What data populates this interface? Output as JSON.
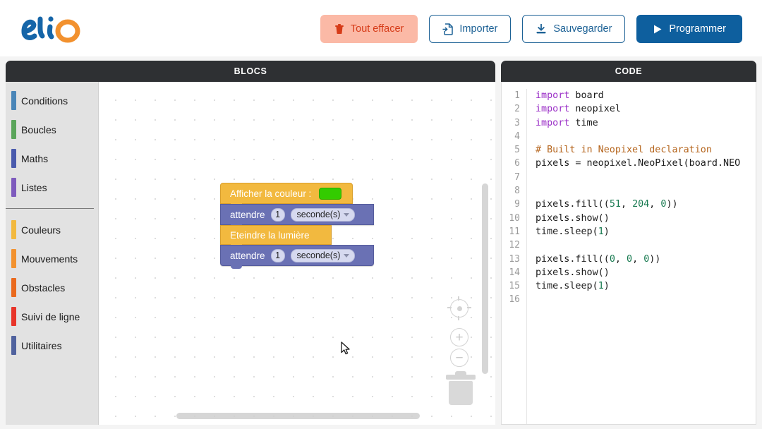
{
  "app": {
    "logo_text": "elio"
  },
  "toolbar": {
    "clear_label": "Tout effacer",
    "import_label": "Importer",
    "save_label": "Sauvegarder",
    "program_label": "Programmer",
    "icons": {
      "clear": "trash-icon",
      "import": "file-import-icon",
      "save": "download-icon",
      "program": "play-icon"
    },
    "colors": {
      "clear_bg": "#fbb9a6",
      "clear_fg": "#d63b18",
      "outline": "#1c6195",
      "primary_bg": "#0e5f9e"
    }
  },
  "panels": {
    "blocks_title": "BLOCS",
    "code_title": "CODE",
    "header_bg": "#2e3033"
  },
  "sidebar": {
    "group1": [
      {
        "label": "Conditions",
        "color": "#4a86b8"
      },
      {
        "label": "Boucles",
        "color": "#5ba55b"
      },
      {
        "label": "Maths",
        "color": "#4a5bad"
      },
      {
        "label": "Listes",
        "color": "#7e5bbd"
      }
    ],
    "group2": [
      {
        "label": "Couleurs",
        "color": "#f2b93f"
      },
      {
        "label": "Mouvements",
        "color": "#f2922f"
      },
      {
        "label": "Obstacles",
        "color": "#ea6a1e"
      },
      {
        "label": "Suivi de ligne",
        "color": "#e8352a"
      },
      {
        "label": "Utilitaires",
        "color": "#50629e"
      }
    ]
  },
  "workspace": {
    "blocks": [
      {
        "type": "afficher-couleur",
        "label": "Afficher la couleur :",
        "swatch_color": "#33cc00",
        "color": "#f2b93f"
      },
      {
        "type": "attendre",
        "label": "attendre",
        "value": "1",
        "unit": "seconde(s)",
        "color": "#6a71b4"
      },
      {
        "type": "eteindre-lumiere",
        "label": "Eteindre la lumière",
        "color": "#f2b93f"
      },
      {
        "type": "attendre",
        "label": "attendre",
        "value": "1",
        "unit": "seconde(s)",
        "color": "#6a71b4"
      }
    ],
    "controls": {
      "center": "target-icon",
      "zoom_in": "+",
      "zoom_out": "−",
      "trash": "trash-icon"
    }
  },
  "code": {
    "line_numbers": [
      "1",
      "2",
      "3",
      "4",
      "5",
      "6",
      "7",
      "8",
      "9",
      "10",
      "11",
      "12",
      "13",
      "14",
      "15",
      "16"
    ],
    "lines": [
      {
        "n": 1,
        "tokens": [
          {
            "t": "import",
            "c": "kw"
          },
          {
            "t": " board",
            "c": ""
          }
        ]
      },
      {
        "n": 2,
        "tokens": [
          {
            "t": "import",
            "c": "kw"
          },
          {
            "t": " neopixel",
            "c": ""
          }
        ]
      },
      {
        "n": 3,
        "tokens": [
          {
            "t": "import",
            "c": "kw"
          },
          {
            "t": " time",
            "c": ""
          }
        ]
      },
      {
        "n": 4,
        "tokens": []
      },
      {
        "n": 5,
        "tokens": [
          {
            "t": "# Built in Neopixel declaration",
            "c": "cm"
          }
        ]
      },
      {
        "n": 6,
        "tokens": [
          {
            "t": "pixels = neopixel.NeoPixel(board.NEO",
            "c": ""
          }
        ]
      },
      {
        "n": 7,
        "tokens": []
      },
      {
        "n": 8,
        "tokens": []
      },
      {
        "n": 9,
        "tokens": [
          {
            "t": "pixels.fill((",
            "c": ""
          },
          {
            "t": "51",
            "c": "num"
          },
          {
            "t": ", ",
            "c": ""
          },
          {
            "t": "204",
            "c": "num"
          },
          {
            "t": ", ",
            "c": ""
          },
          {
            "t": "0",
            "c": "num"
          },
          {
            "t": "))",
            "c": ""
          }
        ]
      },
      {
        "n": 10,
        "tokens": [
          {
            "t": "pixels.show()",
            "c": ""
          }
        ]
      },
      {
        "n": 11,
        "tokens": [
          {
            "t": "time.sleep(",
            "c": ""
          },
          {
            "t": "1",
            "c": "num"
          },
          {
            "t": ")",
            "c": ""
          }
        ]
      },
      {
        "n": 12,
        "tokens": []
      },
      {
        "n": 13,
        "tokens": [
          {
            "t": "pixels.fill((",
            "c": ""
          },
          {
            "t": "0",
            "c": "num"
          },
          {
            "t": ", ",
            "c": ""
          },
          {
            "t": "0",
            "c": "num"
          },
          {
            "t": ", ",
            "c": ""
          },
          {
            "t": "0",
            "c": "num"
          },
          {
            "t": "))",
            "c": ""
          }
        ]
      },
      {
        "n": 14,
        "tokens": [
          {
            "t": "pixels.show()",
            "c": ""
          }
        ]
      },
      {
        "n": 15,
        "tokens": [
          {
            "t": "time.sleep(",
            "c": ""
          },
          {
            "t": "1",
            "c": "num"
          },
          {
            "t": ")",
            "c": ""
          }
        ]
      },
      {
        "n": 16,
        "tokens": []
      }
    ],
    "syntax_colors": {
      "keyword": "#9b30c7",
      "comment": "#b5651d",
      "number": "#16794f",
      "text": "#1b1b1b",
      "gutter": "#9a9a9a"
    }
  }
}
